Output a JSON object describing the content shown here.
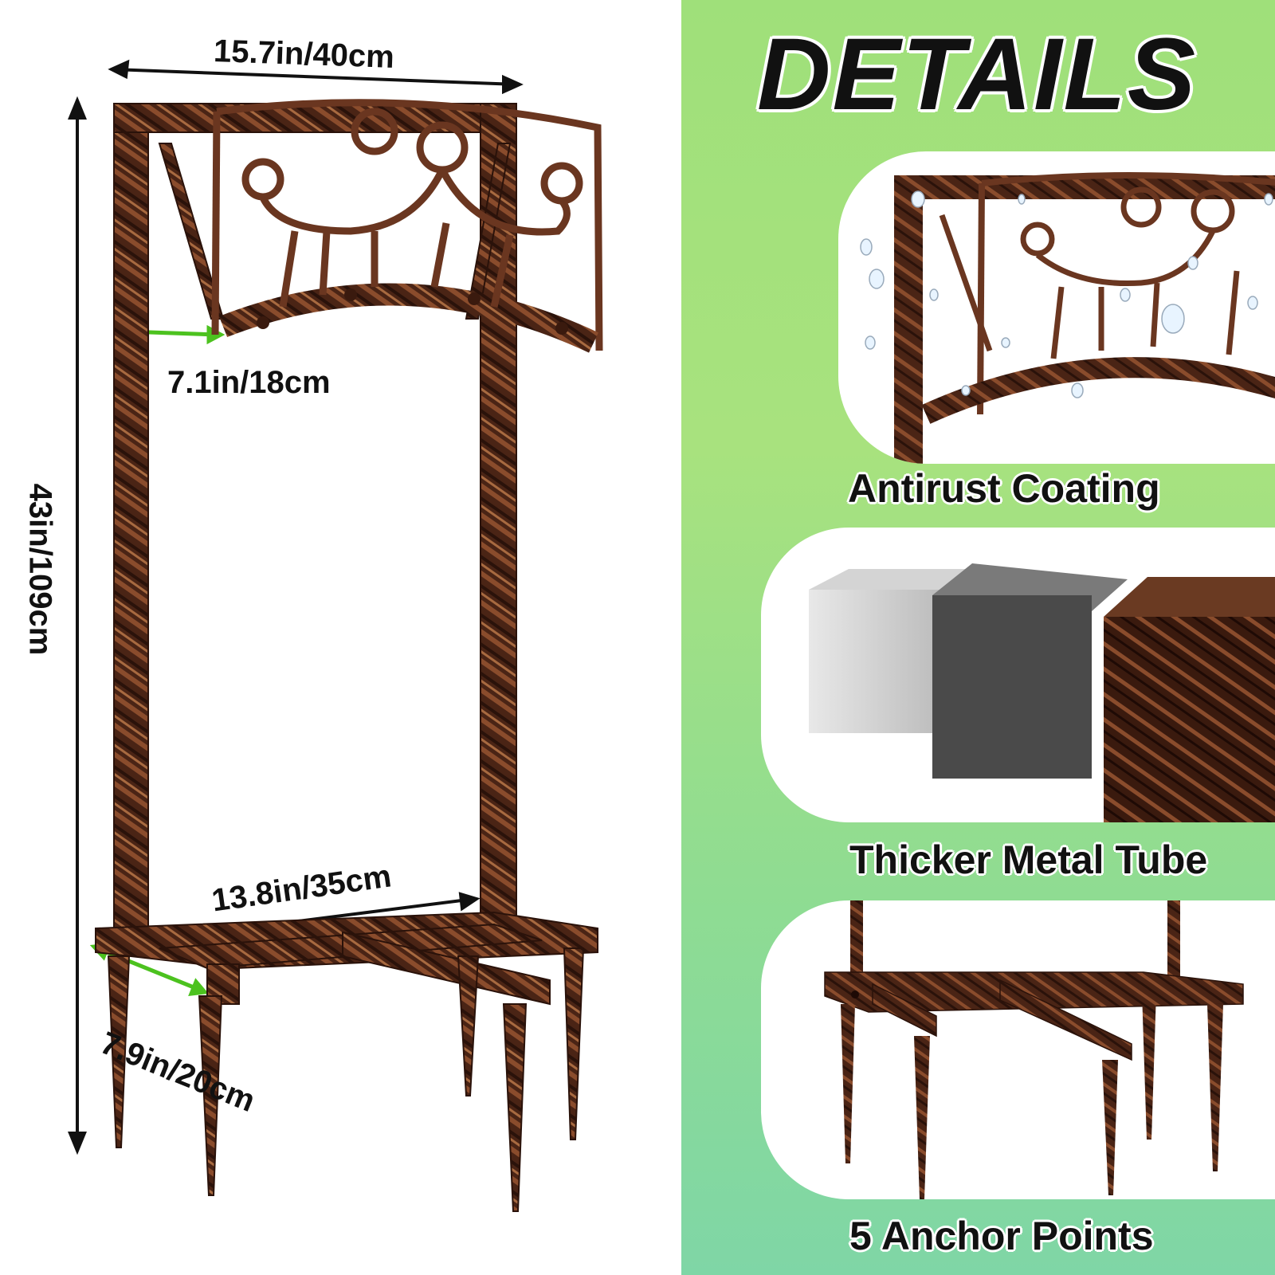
{
  "title": "DETAILS",
  "dimensions": {
    "width_top": "15.7in/40cm",
    "height": "43in/109cm",
    "hook_depth": "7.1in/18cm",
    "base_width": "13.8in/35cm",
    "base_depth": "7.9in/20cm"
  },
  "features": [
    {
      "label": "Antirust Coating",
      "icon": "water-droplets-icon"
    },
    {
      "label": "Thicker Metal Tube",
      "icon": "square-tube-icon"
    },
    {
      "label": "5 Anchor Points",
      "icon": "ground-stake-icon"
    }
  ],
  "colors": {
    "bronze": "#5a2e1a",
    "bronze_highlight": "#9a5a36",
    "accent_green": "#4cc21f",
    "background_green": "#9fe07a"
  }
}
